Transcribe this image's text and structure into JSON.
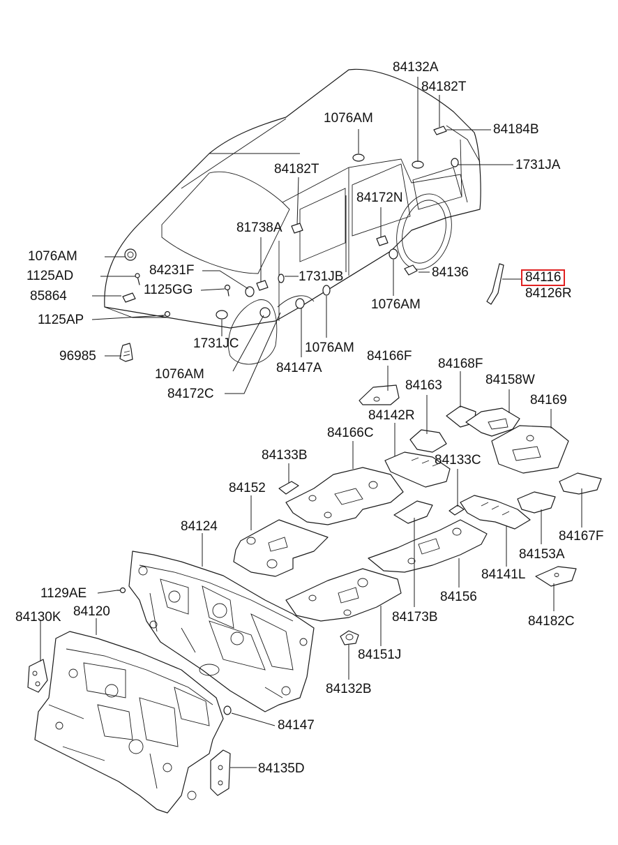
{
  "diagram": {
    "highlight_color": "#e02020",
    "highlighted_part": "84116",
    "labels": {
      "p84132A": "84132A",
      "p84182T_a": "84182T",
      "p84184B": "84184B",
      "p1076AM_roof": "1076AM",
      "p1731JA": "1731JA",
      "p84182T_b": "84182T",
      "p84172N": "84172N",
      "p81738A": "81738A",
      "p1076AM_hood": "1076AM",
      "p84231F": "84231F",
      "p1731JB": "1731JB",
      "p84136": "84136",
      "p84116": "84116",
      "p84126R": "84126R",
      "p1125AD": "1125AD",
      "p1125GG": "1125GG",
      "p85864": "85864",
      "p1076AM_sill": "1076AM",
      "p1125AP": "1125AP",
      "p1731JC": "1731JC",
      "p1076AM_door": "1076AM",
      "p96985": "96985",
      "p84147A": "84147A",
      "p84166F": "84166F",
      "p1076AM_front": "1076AM",
      "p84168F": "84168F",
      "p84172C": "84172C",
      "p84158W": "84158W",
      "p84163": "84163",
      "p84169": "84169",
      "p84142R": "84142R",
      "p84166C": "84166C",
      "p84133B": "84133B",
      "p84133C": "84133C",
      "p84152": "84152",
      "p84124": "84124",
      "p84167F": "84167F",
      "p84153A": "84153A",
      "p84141L": "84141L",
      "p1129AE": "1129AE",
      "p84156": "84156",
      "p84130K": "84130K",
      "p84120": "84120",
      "p84173B": "84173B",
      "p84182C": "84182C",
      "p84151J": "84151J",
      "p84132B": "84132B",
      "p84147": "84147",
      "p84135D": "84135D"
    }
  }
}
